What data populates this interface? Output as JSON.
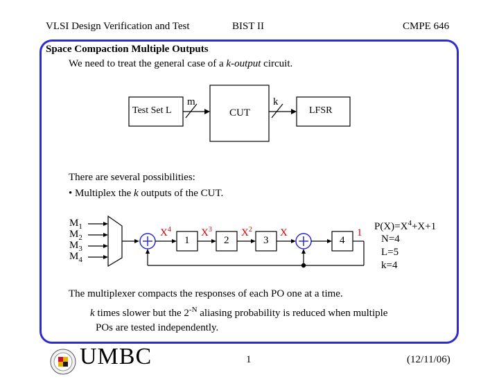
{
  "header": {
    "left": "VLSI Design Verification and Test",
    "center": "BIST II",
    "right": "CMPE 646"
  },
  "slide": {
    "title": "Space Compaction Multiple Outputs",
    "intro_pre": "We need to treat the general case of a ",
    "intro_em": "k-output",
    "intro_post": " circuit.",
    "possibilities": "There are several possibilities:",
    "bullet_pre": "• Multiplex the ",
    "bullet_em": "k",
    "bullet_post": " outputs of the CUT.",
    "summary": "The multiplexer compacts the responses of each PO one at a time.",
    "tradeoff_em": "k",
    "tradeoff_pre": " times slower but the 2",
    "tradeoff_sup": "-N",
    "tradeoff_post": " aliasing probability is reduced when multiple",
    "tradeoff_line2": "POs are tested independently."
  },
  "diagram1": {
    "test_set": "Test Set L",
    "cut": "CUT",
    "lfsr": "LFSR",
    "m": "m",
    "k": "k"
  },
  "diagram2": {
    "inputs": [
      {
        "m": "M",
        "sub": "1"
      },
      {
        "m": "M",
        "sub": "2"
      },
      {
        "m": "M",
        "sub": "3"
      },
      {
        "m": "M",
        "sub": "4"
      }
    ],
    "stages": [
      "1",
      "2",
      "3",
      "4"
    ],
    "powers": {
      "x4_base": "X",
      "x4_exp": "4",
      "x3_base": "X",
      "x3_exp": "3",
      "x2_base": "X",
      "x2_exp": "2",
      "x1": "X",
      "one": "1"
    },
    "poly_pre": "P(X)=X",
    "poly_exp": "4",
    "poly_post": "+X+1",
    "n": "N=4",
    "l": "L=5",
    "k": "k=4",
    "colors": {
      "frame": "#2b2bd0",
      "power_labels": "#cc0000",
      "xor": "#2b2bd0"
    }
  },
  "footer": {
    "logo": "UMBC",
    "page": "1",
    "date": "(12/11/06)"
  }
}
